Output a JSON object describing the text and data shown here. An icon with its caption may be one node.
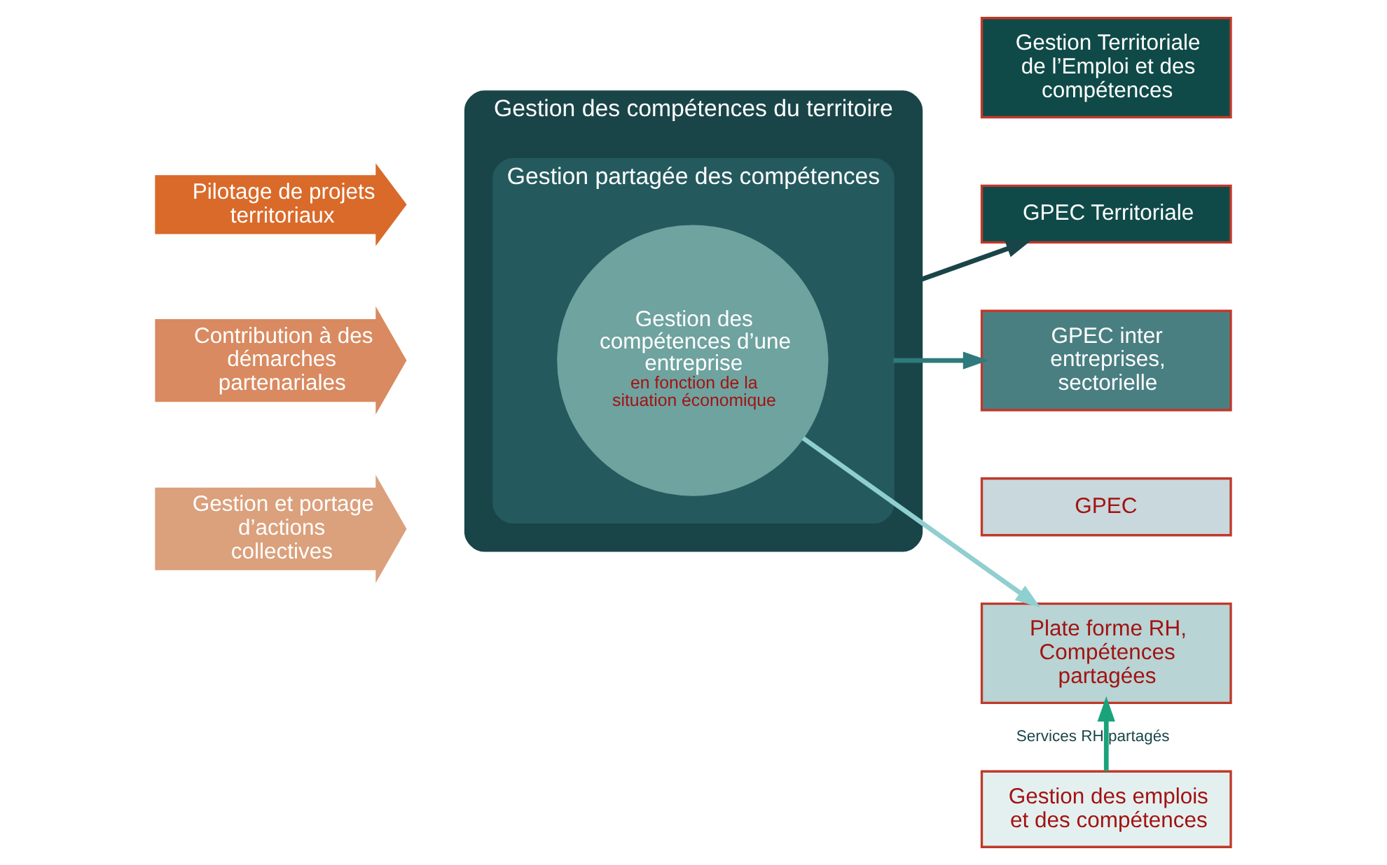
{
  "diagram": {
    "nodes": [
      {
        "text": [
          "Gestion des compétences du territoire"
        ]
      },
      {
        "text": [
          "Gestion partagée des compétences"
        ],
        "in": 0
      },
      {
        "text": [
          "Gestion des compétences d’une entreprise",
          "en fonction de la situation économique"
        ],
        "in": 1
      },
      {
        "text": [
          "Pilotage de projets territoriaux"
        ]
      },
      {
        "text": [
          "Contribution à des démarches partenariales"
        ]
      },
      {
        "text": [
          "Gestion et portage d’actions collectives"
        ]
      },
      {
        "text": [
          "Gestion Territoriale de l’Emploi et des compétences"
        ]
      },
      {
        "text": [
          "GPEC Territoriale"
        ]
      },
      {
        "text": [
          "GPEC inter entreprises, sectorielle"
        ]
      },
      {
        "text": [
          "GPEC"
        ]
      },
      {
        "text": [
          "Plate forme RH, Compétences partagées"
        ]
      },
      {
        "text": [
          "Gestion des emplois et des compétences"
        ]
      }
    ],
    "edges": [
      {
        "from": 0,
        "to": 7,
        "arrow": "to",
        "color": "#1a4548"
      },
      {
        "from": 1,
        "to": 8,
        "arrow": "to",
        "color": "#2e7a7c"
      },
      {
        "from": 2,
        "to": 10,
        "arrow": "to",
        "color": "#8fcfcf"
      },
      {
        "from": 11,
        "to": 10,
        "arrow": "to",
        "label": "Services RH partagés",
        "color": "#1aa37a"
      }
    ]
  }
}
